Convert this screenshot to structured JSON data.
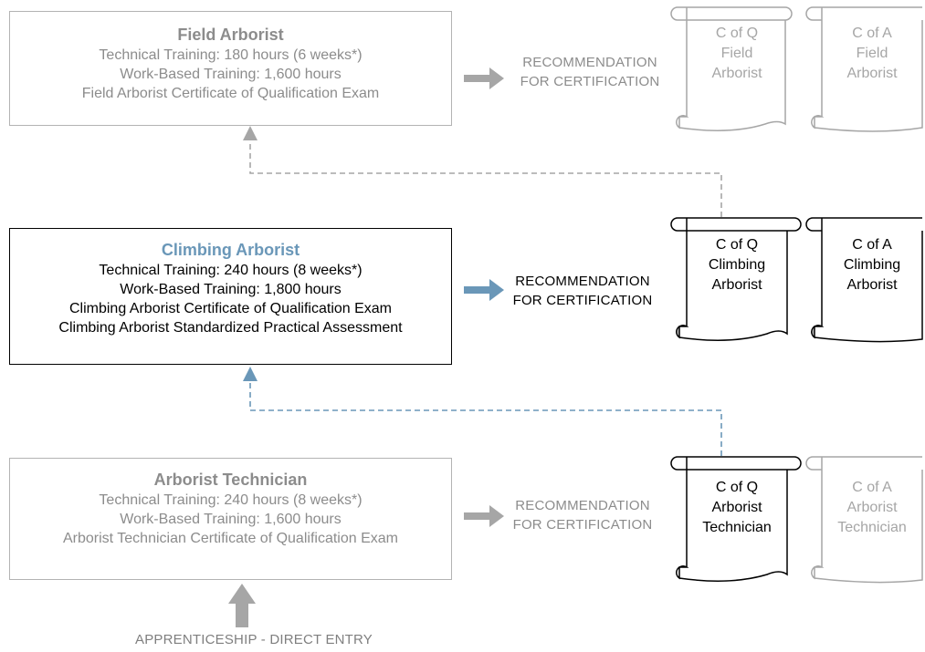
{
  "levels": {
    "field": {
      "title": "Field Arborist",
      "lines": [
        "Technical Training:  180 hours (6 weeks*)",
        "Work-Based Training: 1,600 hours",
        "Field Arborist Certificate of Qualification Exam"
      ],
      "recommendation": [
        "RECOMMENDATION",
        "FOR CERTIFICATION"
      ],
      "certs": [
        {
          "lines": [
            "C of Q",
            "Field",
            "Arborist"
          ]
        },
        {
          "lines": [
            "C of A",
            "Field",
            "Arborist"
          ]
        }
      ]
    },
    "climbing": {
      "title": "Climbing Arborist",
      "lines": [
        "Technical Training: 240 hours (8 weeks*)",
        "Work-Based Training: 1,800 hours",
        "Climbing Arborist Certificate of Qualification Exam",
        "Climbing Arborist Standardized Practical Assessment"
      ],
      "recommendation": [
        "RECOMMENDATION",
        "FOR CERTIFICATION"
      ],
      "certs": [
        {
          "lines": [
            "C of Q",
            "Climbing",
            "Arborist"
          ]
        },
        {
          "lines": [
            "C of A",
            "Climbing",
            "Arborist"
          ]
        }
      ]
    },
    "technician": {
      "title": "Arborist Technician",
      "lines": [
        "Technical Training: 240 hours (8 weeks*)",
        "Work-Based Training: 1,600 hours",
        "Arborist Technician Certificate of Qualification Exam"
      ],
      "recommendation": [
        "RECOMMENDATION",
        "FOR CERTIFICATION"
      ],
      "certs": [
        {
          "lines": [
            "C of Q",
            "Arborist",
            "Technician"
          ]
        },
        {
          "lines": [
            "C of A",
            "Arborist",
            "Technician"
          ]
        }
      ]
    }
  },
  "entry_label": "APPRENTICESHIP - DIRECT ENTRY",
  "colors": {
    "dim": "#a6a6a6",
    "active": "#000000",
    "blue": "#6a97b8",
    "arrow_grey": "#a6a6a6"
  }
}
